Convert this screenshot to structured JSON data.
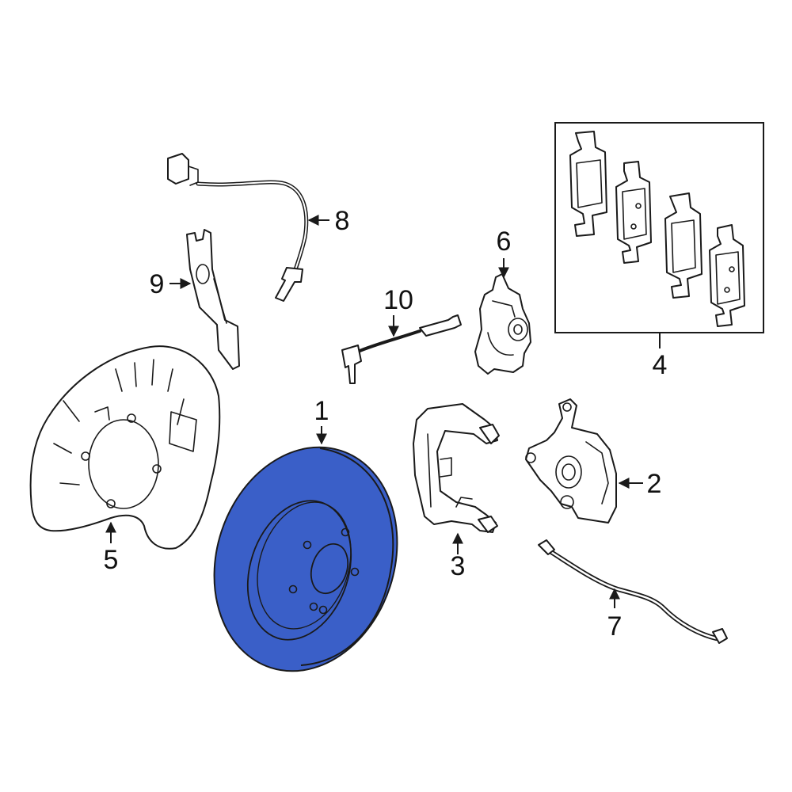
{
  "diagram": {
    "highlight_color": "#3a5fc8",
    "line_color": "#1a1a1a",
    "callouts": [
      {
        "id": "1",
        "label": "1"
      },
      {
        "id": "2",
        "label": "2"
      },
      {
        "id": "3",
        "label": "3"
      },
      {
        "id": "4",
        "label": "4"
      },
      {
        "id": "5",
        "label": "5"
      },
      {
        "id": "6",
        "label": "6"
      },
      {
        "id": "7",
        "label": "7"
      },
      {
        "id": "8",
        "label": "8"
      },
      {
        "id": "9",
        "label": "9"
      },
      {
        "id": "10",
        "label": "10"
      }
    ]
  }
}
